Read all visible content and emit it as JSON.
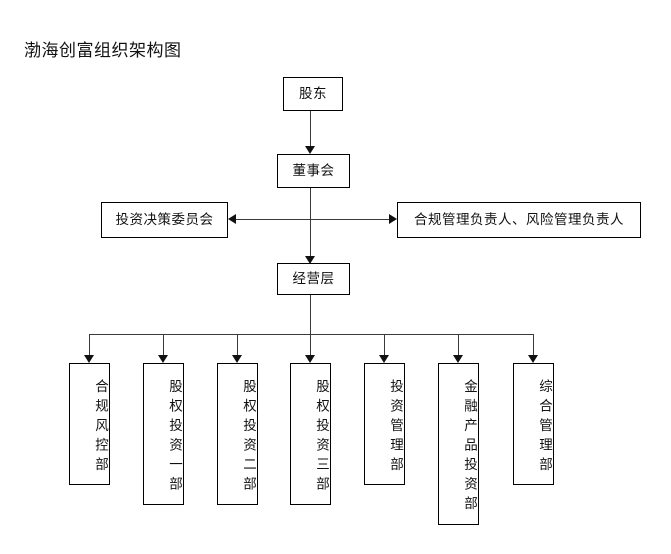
{
  "chart_data": {
    "type": "diagram",
    "title": "渤海创富组织架构图",
    "diagram_kind": "organization-chart",
    "orientation": "top-down",
    "nodes": [
      {
        "id": "shareholders",
        "label": "股东",
        "level": 1,
        "text_direction": "horizontal"
      },
      {
        "id": "board",
        "label": "董事会",
        "level": 2,
        "text_direction": "horizontal"
      },
      {
        "id": "investment-committee",
        "label": "投资决策委员会",
        "level": 3,
        "text_direction": "horizontal"
      },
      {
        "id": "compliance-risk-head",
        "label": "合规管理负责人、风险管理负责人",
        "level": 3,
        "text_direction": "horizontal"
      },
      {
        "id": "management",
        "label": "经营层",
        "level": 4,
        "text_direction": "horizontal"
      },
      {
        "id": "dept-compliance",
        "label": "合规风控部",
        "level": 5,
        "text_direction": "vertical"
      },
      {
        "id": "dept-equity-1",
        "label": "股权投资一部",
        "level": 5,
        "text_direction": "vertical"
      },
      {
        "id": "dept-equity-2",
        "label": "股权投资二部",
        "level": 5,
        "text_direction": "vertical"
      },
      {
        "id": "dept-equity-3",
        "label": "股权投资三部",
        "level": 5,
        "text_direction": "vertical"
      },
      {
        "id": "dept-inv-mgmt",
        "label": "投资管理部",
        "level": 5,
        "text_direction": "vertical"
      },
      {
        "id": "dept-fin-product",
        "label": "金融产品投资部",
        "level": 5,
        "text_direction": "vertical"
      },
      {
        "id": "dept-general-mgmt",
        "label": "综合管理部",
        "level": 5,
        "text_direction": "vertical"
      }
    ],
    "edges": [
      {
        "from": "shareholders",
        "to": "board",
        "style": "arrow-down"
      },
      {
        "from": "board",
        "to": "management",
        "style": "arrow-down"
      },
      {
        "from": "board",
        "to": "investment-committee",
        "style": "arrow-left"
      },
      {
        "from": "board",
        "to": "compliance-risk-head",
        "style": "arrow-right"
      },
      {
        "from": "management",
        "to": "dept-compliance",
        "style": "arrow-down"
      },
      {
        "from": "management",
        "to": "dept-equity-1",
        "style": "arrow-down"
      },
      {
        "from": "management",
        "to": "dept-equity-2",
        "style": "arrow-down"
      },
      {
        "from": "management",
        "to": "dept-equity-3",
        "style": "arrow-down"
      },
      {
        "from": "management",
        "to": "dept-inv-mgmt",
        "style": "arrow-down"
      },
      {
        "from": "management",
        "to": "dept-fin-product",
        "style": "arrow-down"
      },
      {
        "from": "management",
        "to": "dept-general-mgmt",
        "style": "arrow-down"
      }
    ],
    "colors": {
      "background": "#ffffff",
      "box_border": "#000000",
      "box_fill": "#ffffff",
      "connector": "#3a3a3a",
      "arrow_head": "#111111",
      "text": "#111111"
    }
  }
}
